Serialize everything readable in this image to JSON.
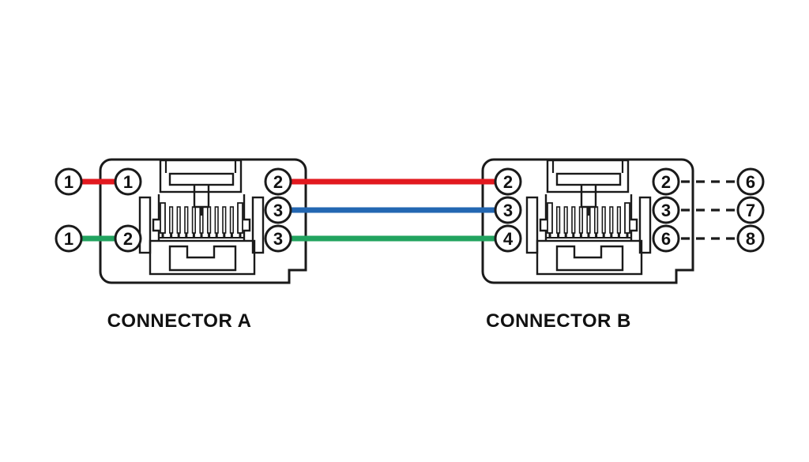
{
  "ink": "#1a1a1a",
  "wires": {
    "red": "#e2191f",
    "blue": "#2367b2",
    "green": "#21a35f",
    "dashed": "#1a1a1a"
  },
  "connector_a": {
    "label": "CONNECTOR A",
    "pins_outer_left": [
      "1",
      "1"
    ],
    "pins_left": [
      "1",
      "2"
    ],
    "pins_right": [
      "2",
      "3",
      "3"
    ]
  },
  "connector_b": {
    "label": "CONNECTOR B",
    "pins_left": [
      "2",
      "3",
      "4"
    ],
    "pins_right": [
      "2",
      "3",
      "6"
    ],
    "pins_outer_right": [
      "6",
      "7",
      "8"
    ]
  },
  "connections": [
    {
      "row": 1,
      "color": "red",
      "a_outer": "1",
      "a_in": "1",
      "a_out": "2",
      "b_in": "2",
      "b_out": "2",
      "b_outer": "6"
    },
    {
      "row": 2,
      "color": "blue",
      "a_out": "3",
      "b_in": "3",
      "b_out": "3",
      "b_outer": "7"
    },
    {
      "row": 3,
      "color": "green",
      "a_outer": "1",
      "a_in": "2",
      "a_out": "3",
      "b_in": "4",
      "b_out": "6",
      "b_outer": "8"
    }
  ]
}
